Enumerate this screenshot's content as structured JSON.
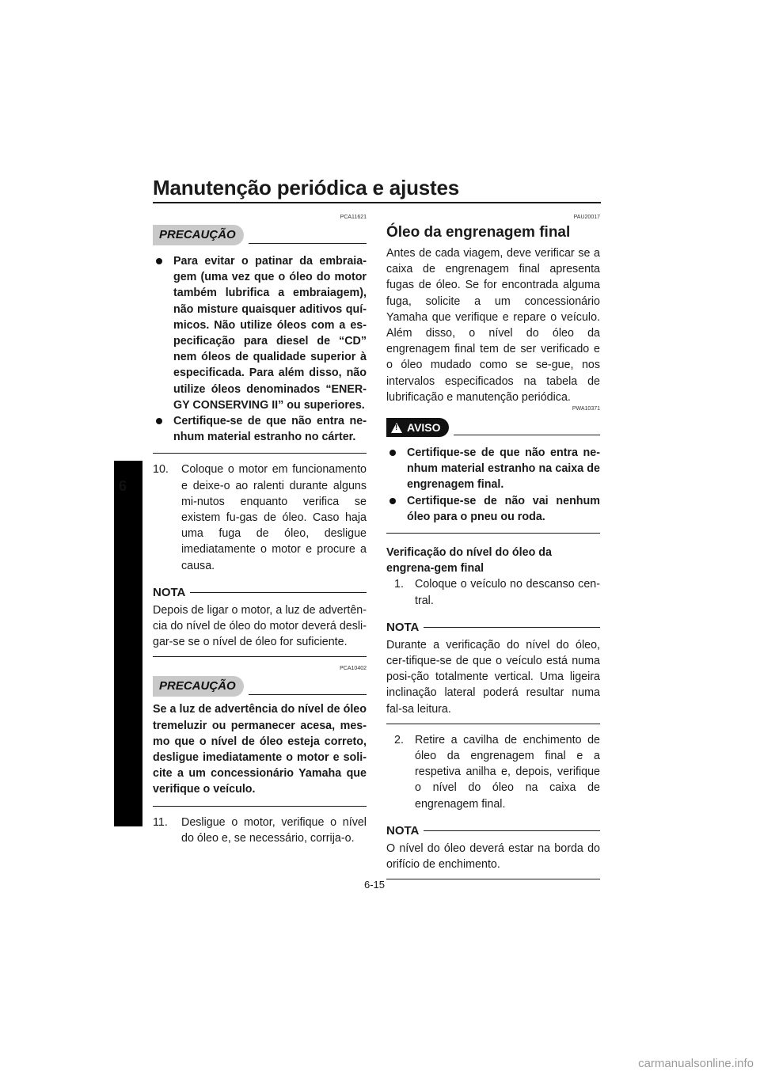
{
  "header": {
    "title": "Manutenção periódica e ajustes"
  },
  "chapter": {
    "number": "6"
  },
  "left": {
    "code1": "PCA11621",
    "caution1_label": "PRECAUÇÃO",
    "caution1_bullets": [
      "Para evitar o patinar da embraia-gem (uma vez que o óleo do motor também lubrifica a embraiagem), não misture quaisquer aditivos quí-micos. Não utilize óleos com a es-pecificação para diesel de “CD” nem óleos de qualidade superior à especificada. Para além disso, não utilize óleos denominados “ENER-GY CONSERVING II” ou superiores.",
      "Certifique-se de que não entra ne-nhum material estranho no cárter."
    ],
    "step10_num": "10.",
    "step10_text": "Coloque o motor em funcionamento e deixe-o ao ralenti durante alguns mi-nutos enquanto verifica se existem fu-gas de óleo. Caso haja uma fuga de óleo, desligue imediatamente o motor e procure a causa.",
    "nota1_label": "NOTA",
    "nota1_text": "Depois de ligar o motor, a luz de advertên-cia do nível de óleo do motor deverá desli-gar-se se o nível de óleo for suficiente.",
    "code2": "PCA10402",
    "caution2_label": "PRECAUÇÃO",
    "caution2_text": "Se a luz de advertência do nível de óleo tremeluzir ou permanecer acesa, mes-mo que o nível de óleo esteja correto, desligue imediatamente o motor e soli-cite a um concessionário Yamaha que verifique o veículo.",
    "step11_num": "11.",
    "step11_text": "Desligue o motor, verifique o nível do óleo e, se necessário, corrija-o."
  },
  "right": {
    "code1": "PAU20017",
    "section_title": "Óleo da engrenagem final",
    "intro": "Antes de cada viagem, deve verificar se a caixa de engrenagem final apresenta fugas de óleo. Se for encontrada alguma fuga, solicite a um concessionário Yamaha que verifique e repare o veículo. Além disso, o nível do óleo da engrenagem final tem de ser verificado e o óleo mudado como se se-gue, nos intervalos especificados na tabela de lubrificação e manutenção periódica.",
    "code2": "PWA10371",
    "warning_label": "AVISO",
    "warning_bullets": [
      "Certifique-se de que não entra ne-nhum material estranho na caixa de engrenagem final.",
      "Certifique-se de não vai nenhum óleo para o pneu ou roda."
    ],
    "subhead": "Verificação do nível do óleo da engrena-gem final",
    "step1_num": "1.",
    "step1_text": "Coloque o veículo no descanso cen-tral.",
    "nota1_label": "NOTA",
    "nota1_text": "Durante a verificação do nível do óleo, cer-tifique-se de que o veículo está numa posi-ção totalmente vertical. Uma ligeira inclinação lateral poderá resultar numa fal-sa leitura.",
    "step2_num": "2.",
    "step2_text": "Retire a cavilha de enchimento de óleo da engrenagem final e a respetiva anilha e, depois, verifique o nível do óleo na caixa de engrenagem final.",
    "nota2_label": "NOTA",
    "nota2_text": "O nível do óleo deverá estar na borda do orifício de enchimento."
  },
  "footer": {
    "page": "6-15",
    "watermark": "carmanualsonline.info"
  }
}
